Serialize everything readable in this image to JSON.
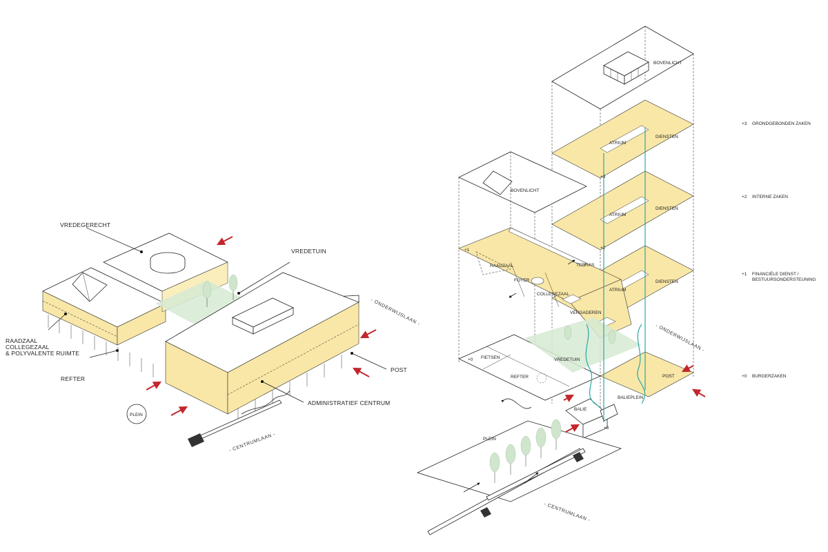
{
  "left_axo": {
    "labels": {
      "vredegerecht": "VREDEGERECHT",
      "vredetuin": "VREDETUIN",
      "onderwijslaan": "- ONDERWIJSLAAN -",
      "raadzaal_1": "RAADZAAL",
      "raadzaal_2": "COLLEGEZAAL",
      "raadzaal_3": "& POLYVALENTE RUIMTE",
      "refter": "REFTER",
      "post": "POST",
      "administratief": "ADMINISTRATIEF CENTRUM",
      "plein": "PLEIN",
      "centrumlaan": "- CENTRUMLAAN -"
    }
  },
  "right_axo": {
    "labels": {
      "bovenlicht_top": "BOVENLICHT",
      "bovenlicht_left": "BOVENLICHT",
      "atrium_3": "ATRIUM",
      "diensten_3": "DIENSTEN",
      "atrium_2": "ATRIUM",
      "diensten_2": "DIENSTEN",
      "atrium_1": "ATRIUM",
      "diensten_1": "DIENSTEN",
      "level_3": "+3",
      "level_2": "+2",
      "level_1": "+1",
      "level_0": "+0",
      "level_0b": "+0",
      "raadzaal": "RAADZAAL",
      "foyer": "FOYER",
      "collegezaal": "COLLEGEZAAL",
      "terras": "TERRAS",
      "vergaderen": "VERGADEREN",
      "vredetuin": "VREDETUIN",
      "fietsen": "FIETSEN",
      "refter": "REFTER",
      "loketplein": "BALIEPLEIN",
      "balie": "BALIE",
      "post": "POST",
      "onderwijslaan": "- ONDERWIJSLAAN -",
      "plein": "PLEIN",
      "centrumlaan": "- CENTRUMLAAN -"
    }
  },
  "legend": [
    {
      "level": "+3",
      "text": "GRONDGEBONDEN ZAKEN"
    },
    {
      "level": "+2",
      "text": "INTERNE ZAKEN"
    },
    {
      "level": "+1",
      "text": "FINANCIËLE DIENST /",
      "text2": "BESTUURSONDERSTEUNING"
    },
    {
      "level": "+0",
      "text": "BURGERZAKEN"
    }
  ],
  "colors": {
    "accent_yellow": "#f8e7a6",
    "garden_green": "#d6ead3",
    "entrance_red": "#c1272d",
    "circulation_cyan": "#2aa8a6"
  }
}
